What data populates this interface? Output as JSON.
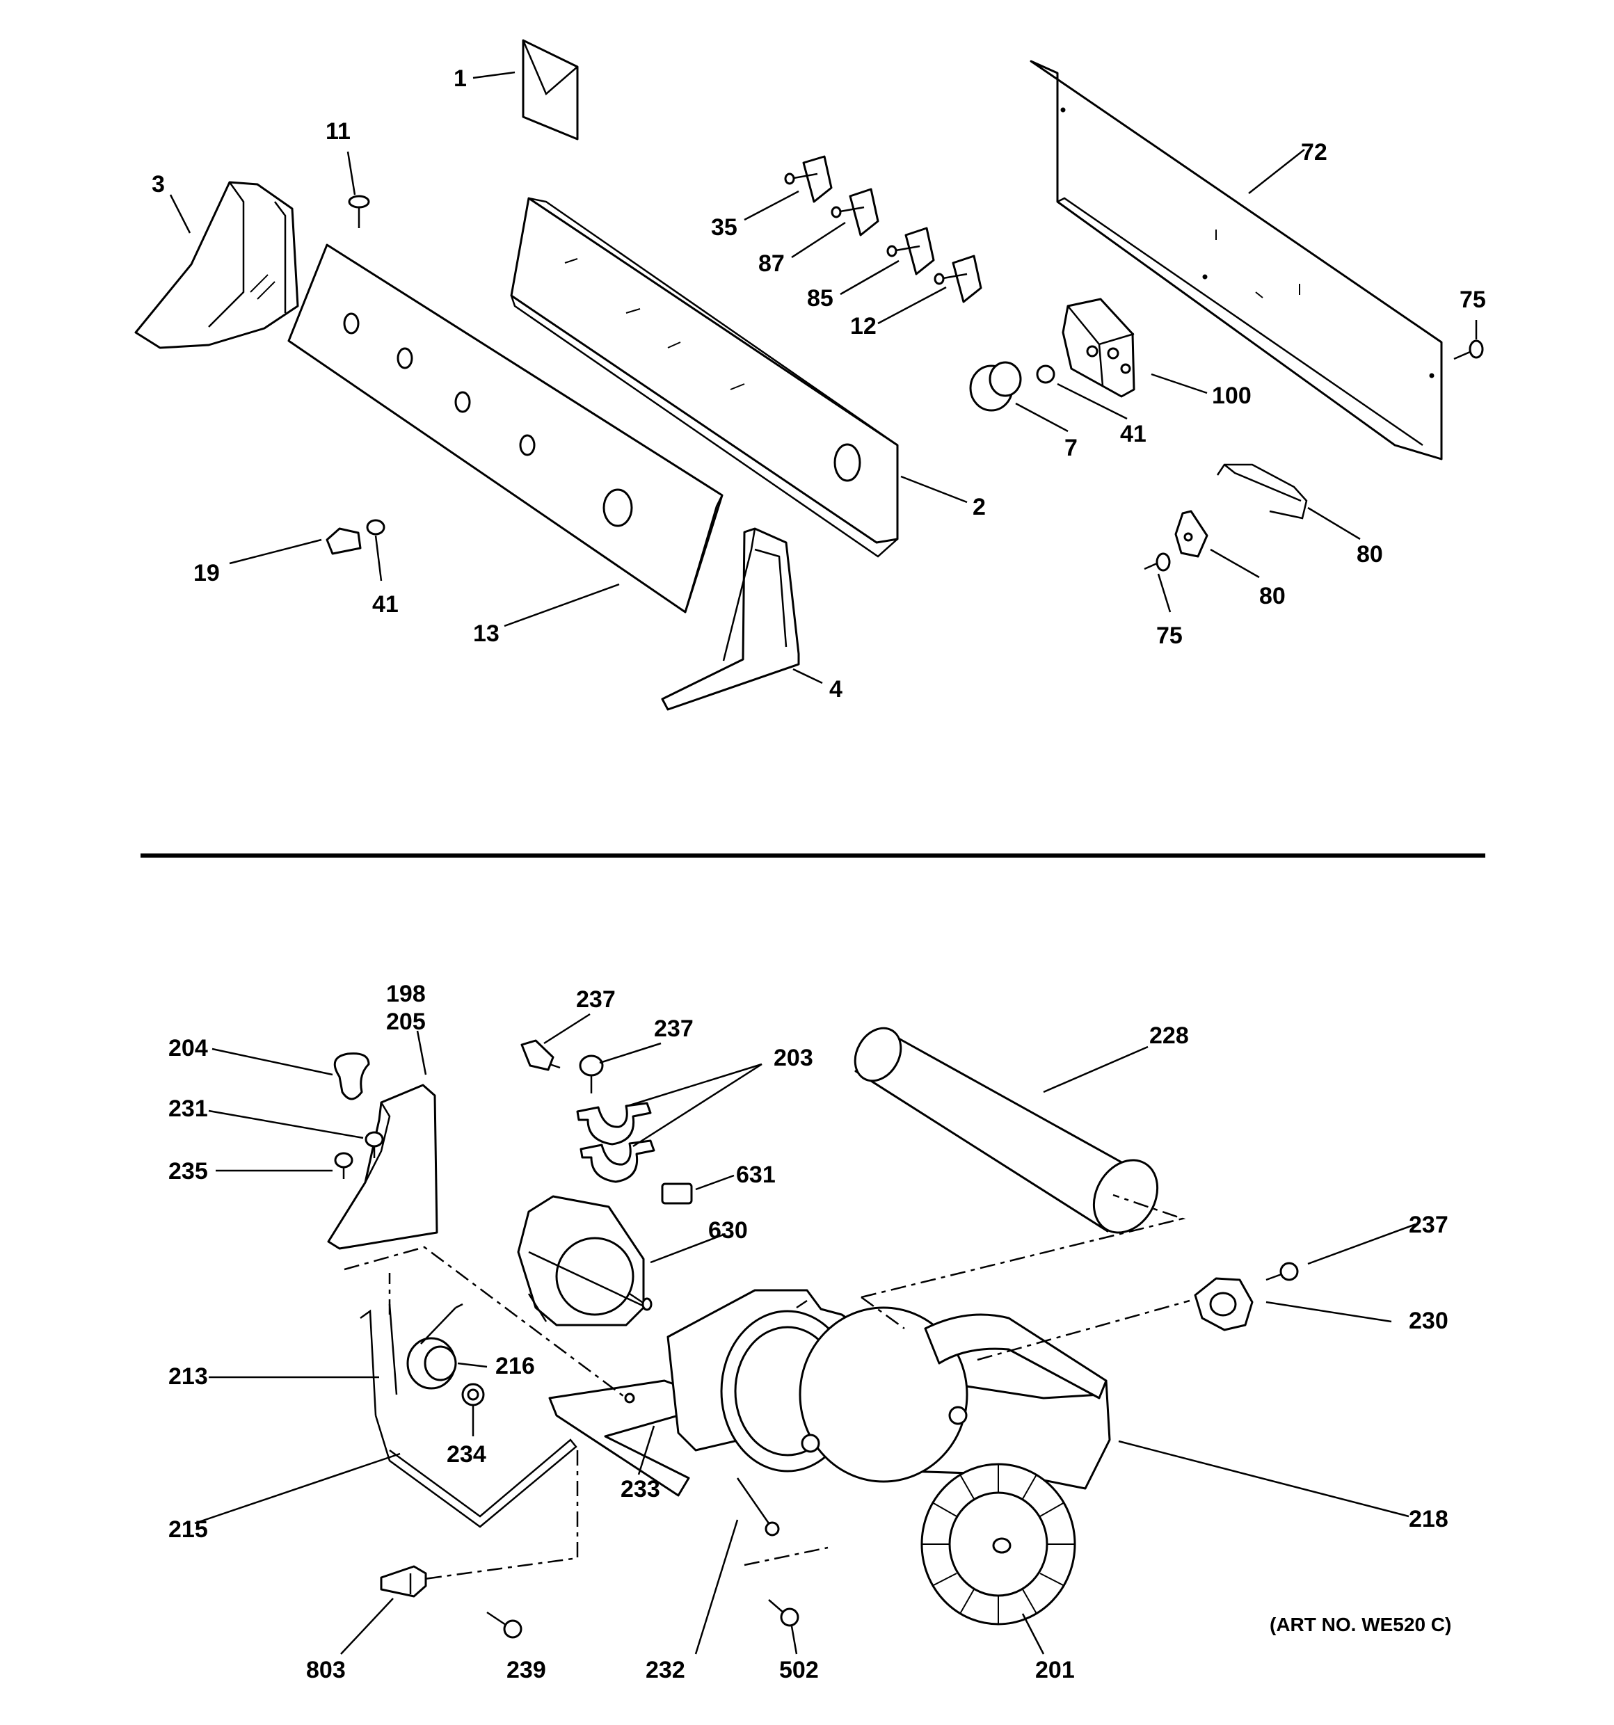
{
  "diagram": {
    "callouts": [
      "1",
      "11",
      "3",
      "35",
      "87",
      "85",
      "12",
      "72",
      "75",
      "100",
      "7",
      "41",
      "2",
      "19",
      "41",
      "13",
      "4",
      "80",
      "80",
      "75",
      "198",
      "205",
      "204",
      "231",
      "235",
      "237",
      "237",
      "203",
      "228",
      "631",
      "630",
      "237",
      "230",
      "213",
      "216",
      "234",
      "215",
      "218",
      "233",
      "803",
      "239",
      "232",
      "502",
      "201"
    ],
    "art_number": "(ART NO. WE520 C)"
  }
}
